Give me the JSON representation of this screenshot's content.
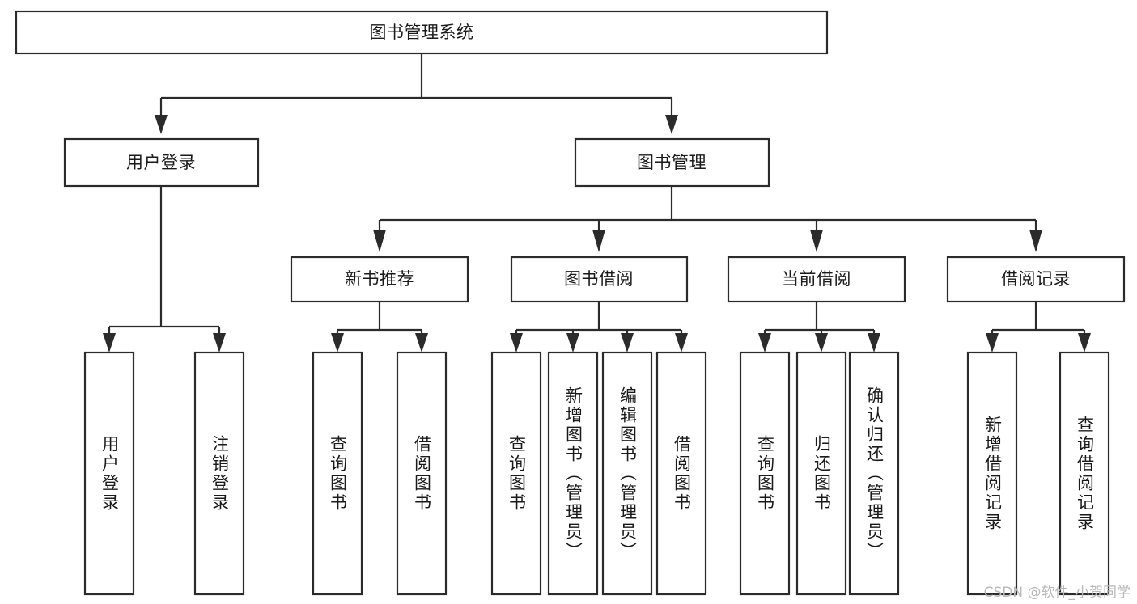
{
  "diagram": {
    "type": "tree-hierarchy",
    "title": "图书管理系统",
    "watermark": "CSDN @软件_小贺同学",
    "colors": {
      "stroke": "#2b2b2b",
      "fill": "#ffffff",
      "text": "#1a1a1a",
      "watermark": "#b9b9b9"
    },
    "levels": {
      "root": {
        "label": "图书管理系统"
      },
      "level2": [
        {
          "label": "用户登录"
        },
        {
          "label": "图书管理"
        }
      ],
      "level3": [
        {
          "label": "新书推荐"
        },
        {
          "label": "图书借阅"
        },
        {
          "label": "当前借阅"
        },
        {
          "label": "借阅记录"
        }
      ],
      "leaves": {
        "user_login": [
          {
            "label": "用户登录"
          },
          {
            "label": "注销登录"
          }
        ],
        "new_book_recommend": [
          {
            "label": "查询图书"
          },
          {
            "label": "借阅图书"
          }
        ],
        "book_borrow": [
          {
            "label": "查询图书"
          },
          {
            "label": "新增图书（管理员）"
          },
          {
            "label": "编辑图书（管理员）"
          },
          {
            "label": "借阅图书"
          }
        ],
        "current_borrow": [
          {
            "label": "查询图书"
          },
          {
            "label": "归还图书"
          },
          {
            "label": "确认归还（管理员）"
          }
        ],
        "borrow_record": [
          {
            "label": "新增借阅记录"
          },
          {
            "label": "查询借阅记录"
          }
        ]
      }
    }
  }
}
